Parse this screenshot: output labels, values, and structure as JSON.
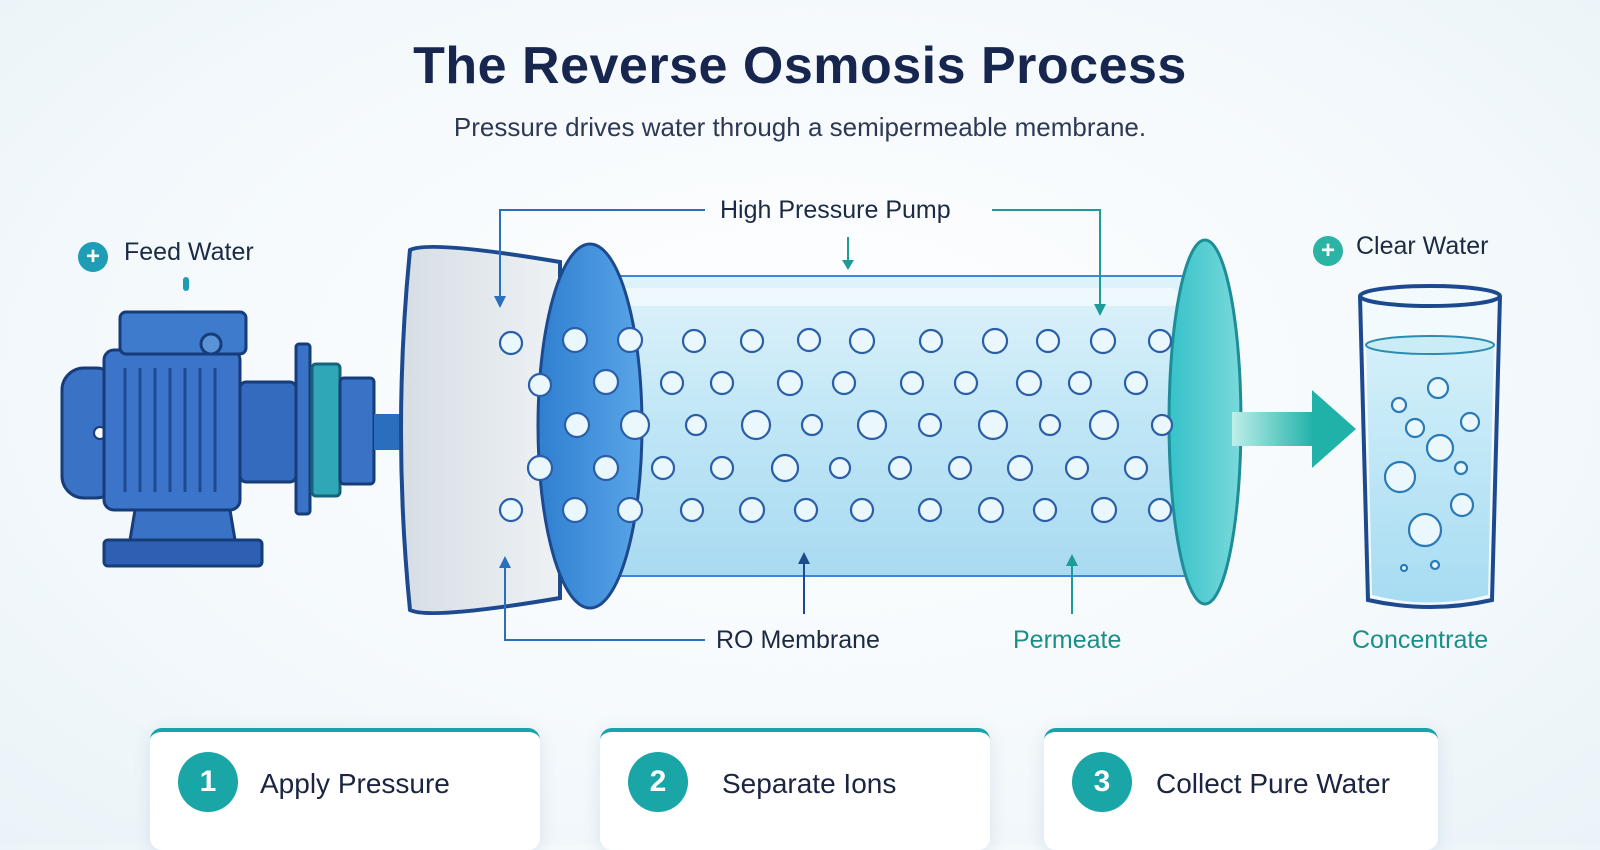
{
  "header": {
    "title": "The Reverse Osmosis Process",
    "subtitle": "Pressure drives water through a semipermeable membrane."
  },
  "labels": {
    "feed_water": "Feed Water",
    "clear_water": "Clear Water",
    "high_pressure_pump": "High Pressure Pump",
    "ro_membrane": "RO Membrane",
    "permeate": "Permeate",
    "concentrate": "Concentrate"
  },
  "badges": {
    "plus": "+"
  },
  "steps": [
    {
      "number": "1",
      "label": "Apply Pressure"
    },
    {
      "number": "2",
      "label": "Separate Ions"
    },
    {
      "number": "3",
      "label": "Collect Pure Water"
    }
  ],
  "colors": {
    "title": "#16264f",
    "pump": "#2f63b8",
    "accent_teal": "#1aa6a6",
    "membrane_blue": "#3f86d8",
    "water": "#bfe6f6"
  },
  "icons": [
    "plus-icon",
    "pump-icon",
    "arrow-right-icon",
    "arrow-down-icon",
    "arrow-up-icon",
    "glass-icon",
    "bubble-icon"
  ]
}
